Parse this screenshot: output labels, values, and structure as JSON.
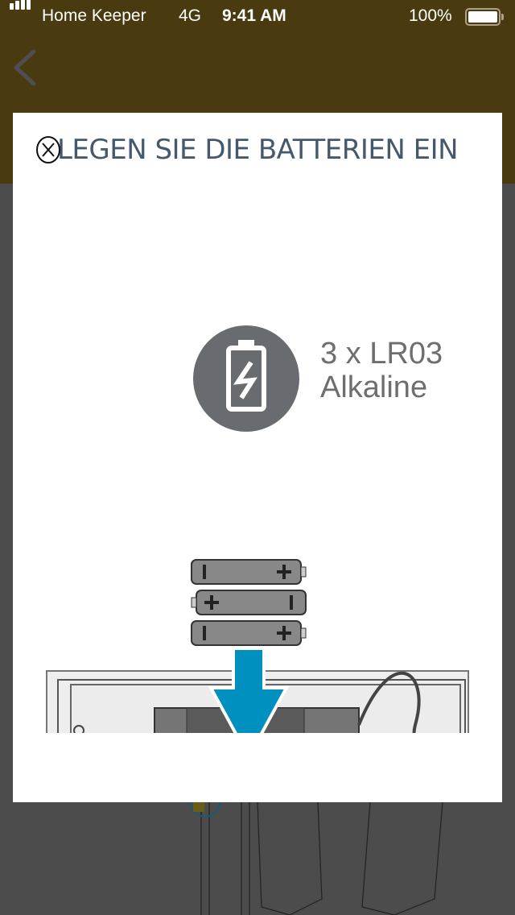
{
  "status_bar": {
    "carrier": "Home Keeper",
    "network": "4G",
    "time": "9:41 AM",
    "battery": "100%"
  },
  "modal": {
    "title": "LEGEN SIE DIE BATTERIEN EIN",
    "battery_count": "3 x LR03",
    "battery_type": "Alkaline"
  },
  "colors": {
    "header": "#4a3a10",
    "arrow": "#0090c0",
    "title": "#46586e"
  }
}
